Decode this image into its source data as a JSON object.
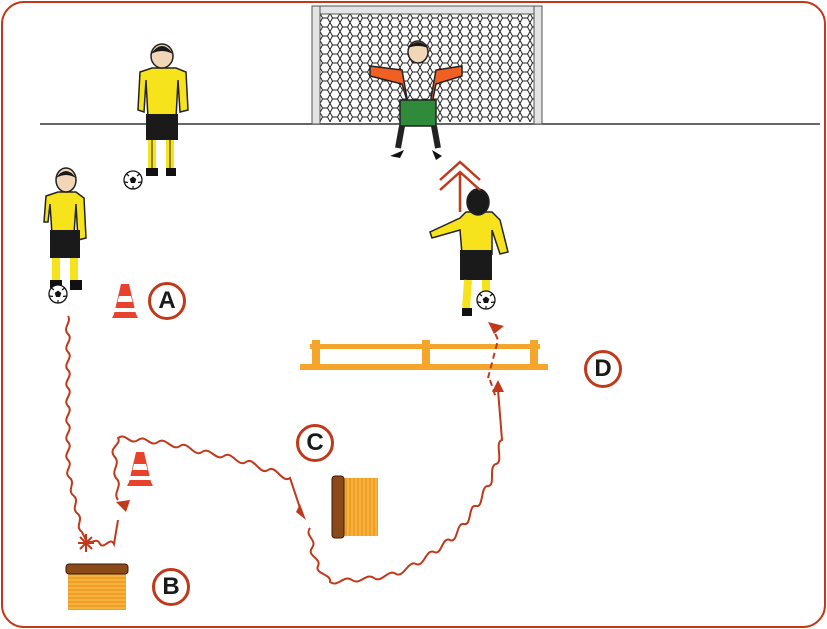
{
  "stations": {
    "a": "A",
    "b": "B",
    "c": "C",
    "d": "D"
  },
  "colors": {
    "border": "#c0391b",
    "dribble_path": "#c0391b",
    "cone": "#e8412c",
    "hurdle": "#f5a52b",
    "jersey": "#f7e31b",
    "keeper_jersey": "#f06023",
    "keeper_shorts": "#2f8a3a",
    "shorts": "#1a1a1a"
  },
  "icons": [
    "soccer-goal-icon",
    "goalkeeper-icon",
    "player-icon",
    "soccer-ball-icon",
    "cone-icon",
    "hurdle-icon",
    "mini-hurdle-icon",
    "run-arrow-icon"
  ]
}
